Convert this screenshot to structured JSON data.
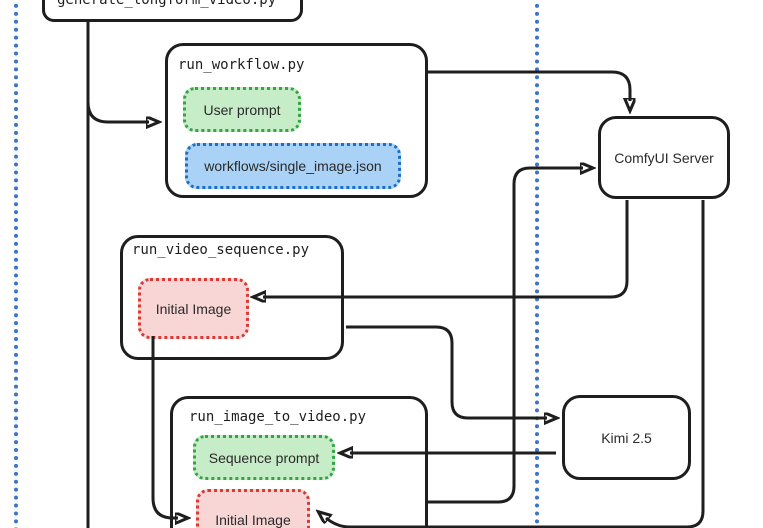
{
  "diagram": {
    "colors": {
      "stroke": "#1e1e1e",
      "lane_blue": "#3b74c9",
      "green_fill": "#c7ecc8",
      "green_border": "#36a345",
      "blue_fill": "#a9d2f6",
      "blue_border": "#1d6fc2",
      "red_fill": "#f8d6d6",
      "red_border": "#d93a34"
    },
    "boxes": {
      "generate_script": {
        "title": "generate_longform_video.py"
      },
      "run_workflow": {
        "title": "run_workflow.py",
        "items": [
          {
            "label": "User prompt",
            "variant": "green"
          },
          {
            "label": "workflows/single_image.json",
            "variant": "blue"
          }
        ]
      },
      "run_video_sequence": {
        "title": "run_video_sequence.py",
        "items": [
          {
            "label": "Initial Image",
            "variant": "red"
          }
        ]
      },
      "run_image_to_video": {
        "title": "run_image_to_video.py",
        "items": [
          {
            "label": "Sequence prompt",
            "variant": "green"
          },
          {
            "label": "Initial Image",
            "variant": "red"
          }
        ]
      },
      "comfyui_server": {
        "label": "ComfyUI Server"
      },
      "kimi": {
        "label": "Kimi 2.5"
      }
    }
  }
}
